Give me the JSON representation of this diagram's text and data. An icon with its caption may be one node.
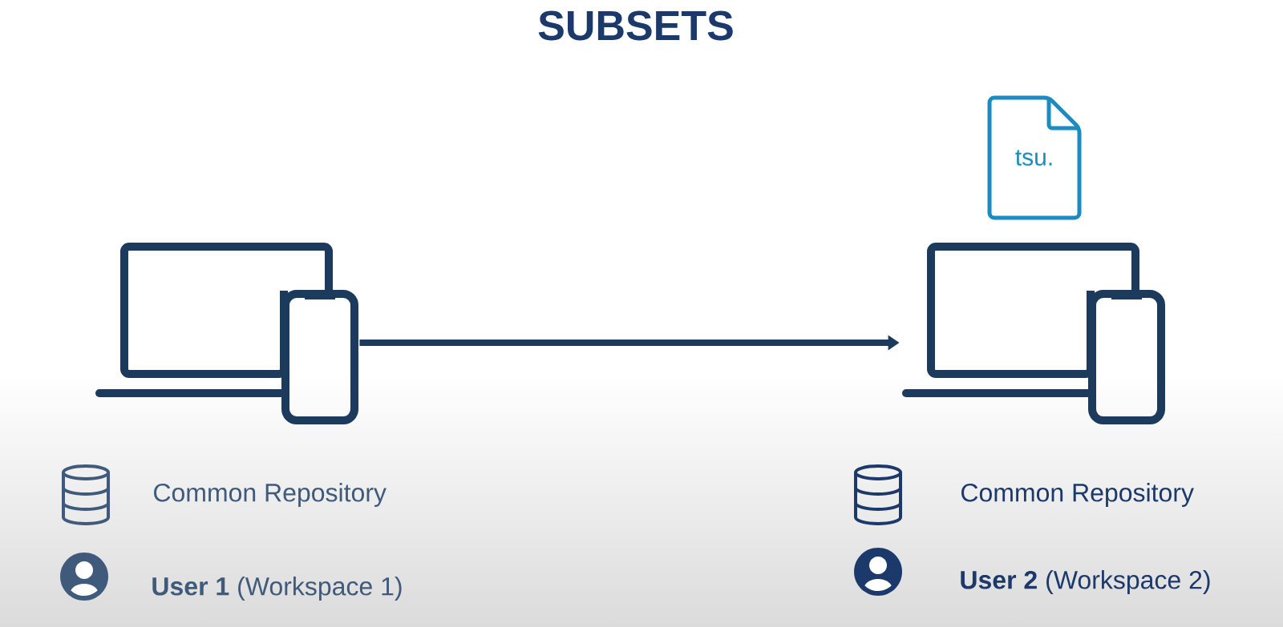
{
  "diagram": {
    "title": "SUBSETS",
    "nodes": [
      {
        "text": [],
        "shape": "picture"
      },
      {
        "text": [],
        "shape": "picture"
      },
      {
        "text": [
          "tsu."
        ]
      }
    ],
    "edges": [
      {
        "from": 0,
        "to": 1,
        "arrow": "to"
      }
    ],
    "labels": [
      "Common Repository",
      "**User 1** (Workspace 1)",
      "Common Repository",
      "**User 2** (Workspace 2)"
    ]
  }
}
